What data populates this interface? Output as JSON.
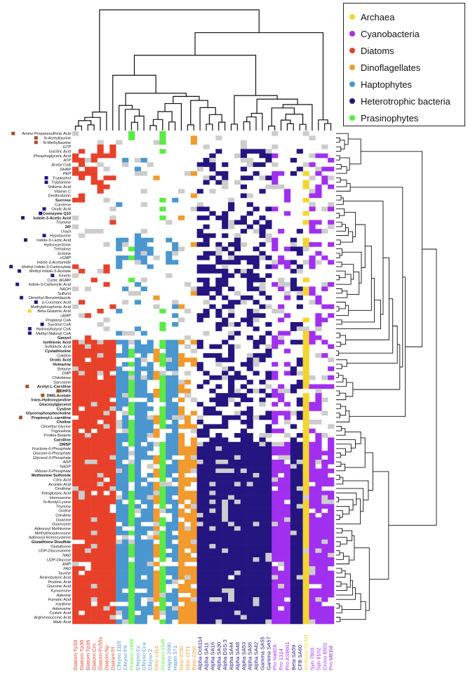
{
  "chart_data": {
    "type": "heatmap",
    "title": "",
    "legend": {
      "placement": "top-right",
      "items": [
        {
          "name": "Archaea",
          "color": "#f2d52e"
        },
        {
          "name": "Cyanobacteria",
          "color": "#a12ff0"
        },
        {
          "name": "Diatoms",
          "color": "#e8412a"
        },
        {
          "name": "Dinoflagellates",
          "color": "#f29a2e"
        },
        {
          "name": "Haptophytes",
          "color": "#4a97d0"
        },
        {
          "name": "Heterotrophic bacteria",
          "color": "#251580"
        },
        {
          "name": "Prasinophytes",
          "color": "#5bea45"
        }
      ]
    },
    "cell_colors": {
      "absent": "#ffffff",
      "not_detected": "#cccccc"
    },
    "columns": [
      {
        "label": "Diatom Tp10",
        "group": "Diatoms"
      },
      {
        "label": "Diatom Tp36",
        "group": "Diatoms"
      },
      {
        "label": "Diatom Tp35",
        "group": "Diatoms"
      },
      {
        "label": "Diatom Cm",
        "group": "Diatoms"
      },
      {
        "label": "Diatom Pc55x",
        "group": "Diatoms"
      },
      {
        "label": "Diatom Np",
        "group": "Diatoms"
      },
      {
        "label": "Diatom Pt",
        "group": "Diatoms"
      },
      {
        "label": "Chryso 1116",
        "group": "Haptophytes"
      },
      {
        "label": "Chryso P9",
        "group": "Haptophytes"
      },
      {
        "label": "Prasino 1998",
        "group": "Prasinophytes"
      },
      {
        "label": "Chryso Cc",
        "group": "Haptophytes"
      },
      {
        "label": "Chryso Cca",
        "group": "Haptophytes"
      },
      {
        "label": "Chryso 2",
        "group": "Haptophytes"
      },
      {
        "label": "Dino 1314",
        "group": "Dinoflagellates"
      },
      {
        "label": "Prasino 1545",
        "group": "Prasinophytes"
      },
      {
        "label": "Hapto 2090",
        "group": "Haptophytes"
      },
      {
        "label": "Hapto 371",
        "group": "Haptophytes"
      },
      {
        "label": "Dino 3730",
        "group": "Dinoflagellates"
      },
      {
        "label": "Dino 1771",
        "group": "Dinoflagellates"
      },
      {
        "label": "Dino 2260",
        "group": "Dinoflagellates"
      },
      {
        "label": "Alpha Och114",
        "group": "Heterotrophic bacteria"
      },
      {
        "label": "Alpha SA11",
        "group": "Heterotrophic bacteria"
      },
      {
        "label": "Alpha SA16",
        "group": "Heterotrophic bacteria"
      },
      {
        "label": "Alpha SA30",
        "group": "Heterotrophic bacteria"
      },
      {
        "label": "Alpha DSS-3",
        "group": "Heterotrophic bacteria"
      },
      {
        "label": "Alpha SA44",
        "group": "Heterotrophic bacteria"
      },
      {
        "label": "Alpha SA48",
        "group": "Heterotrophic bacteria"
      },
      {
        "label": "Alpha SA53",
        "group": "Heterotrophic bacteria"
      },
      {
        "label": "Alpha SA36",
        "group": "Heterotrophic bacteria"
      },
      {
        "label": "Alpha SA42",
        "group": "Heterotrophic bacteria"
      },
      {
        "label": "Gamma SA55",
        "group": "Heterotrophic bacteria"
      },
      {
        "label": "Gamma SA57",
        "group": "Heterotrophic bacteria"
      },
      {
        "label": "Pro Natl2A",
        "group": "Cyanobacteria"
      },
      {
        "label": "Pro 1314",
        "group": "Cyanobacteria"
      },
      {
        "label": "Pro AS9601",
        "group": "Cyanobacteria"
      },
      {
        "label": "Beta SA59",
        "group": "Heterotrophic bacteria"
      },
      {
        "label": "CFB SA60",
        "group": "Heterotrophic bacteria"
      },
      {
        "label": "Archaea SCM1",
        "group": "Archaea"
      },
      {
        "label": "Syn 7803",
        "group": "Cyanobacteria"
      },
      {
        "label": "Syn 8102",
        "group": "Cyanobacteria"
      },
      {
        "label": "Croco 8501",
        "group": "Cyanobacteria"
      },
      {
        "label": "Pro MED4",
        "group": "Cyanobacteria"
      }
    ],
    "rows": [
      {
        "label": "Amino Propanesulfonic Acid",
        "bold": false,
        "italic": false,
        "marker": "#a0522d"
      },
      {
        "label": "N-Acetyltaurine",
        "bold": false,
        "italic": false,
        "marker": "#a0522d"
      },
      {
        "label": "N-Methyltaurine",
        "bold": false,
        "italic": false,
        "marker": "#a0522d"
      },
      {
        "label": "GTP",
        "bold": false,
        "italic": true,
        "marker": null
      },
      {
        "label": "Isocitric Acid",
        "bold": false,
        "italic": true,
        "marker": null
      },
      {
        "label": "Phosphoglyceric Acid",
        "bold": false,
        "italic": true,
        "marker": null
      },
      {
        "label": "ATP",
        "bold": false,
        "italic": true,
        "marker": null
      },
      {
        "label": "Acetyl CoA",
        "bold": false,
        "italic": true,
        "marker": null
      },
      {
        "label": "DHAP",
        "bold": false,
        "italic": true,
        "marker": null
      },
      {
        "label": "PEP",
        "bold": false,
        "italic": true,
        "marker": null
      },
      {
        "label": "Tryptophol",
        "bold": false,
        "italic": false,
        "marker": "#251580"
      },
      {
        "label": "Tryptamine",
        "bold": false,
        "italic": false,
        "marker": "#251580"
      },
      {
        "label": "Shikimic Acid",
        "bold": false,
        "italic": false,
        "marker": null
      },
      {
        "label": "Vitamin C",
        "bold": false,
        "italic": false,
        "marker": null
      },
      {
        "label": "Desthiobiotin",
        "bold": false,
        "italic": false,
        "marker": null
      },
      {
        "label": "Sucrose",
        "bold": true,
        "italic": false,
        "marker": null
      },
      {
        "label": "Carotene",
        "bold": false,
        "italic": false,
        "marker": null
      },
      {
        "label": "Oxalic Acid",
        "bold": false,
        "italic": false,
        "marker": "#251580"
      },
      {
        "label": "Coenzyme Q10",
        "bold": true,
        "italic": false,
        "marker": "#251580"
      },
      {
        "label": "Indole-3-Acetic Acid",
        "bold": true,
        "italic": false,
        "marker": "#251580"
      },
      {
        "label": "Thymine",
        "bold": false,
        "italic": true,
        "marker": null
      },
      {
        "label": "2iP",
        "bold": true,
        "italic": false,
        "marker": null
      },
      {
        "label": "Uracil",
        "bold": false,
        "italic": true,
        "marker": null
      },
      {
        "label": "Hypotaurine",
        "bold": false,
        "italic": false,
        "marker": "#251580"
      },
      {
        "label": "Indole-3-Lactic Acid",
        "bold": false,
        "italic": false,
        "marker": "#251580"
      },
      {
        "label": "Hydroxyectoine",
        "bold": false,
        "italic": false,
        "marker": null
      },
      {
        "label": "Trehalose",
        "bold": false,
        "italic": false,
        "marker": null
      },
      {
        "label": "Ectoine",
        "bold": false,
        "italic": false,
        "marker": null
      },
      {
        "label": "cGMP",
        "bold": false,
        "italic": true,
        "marker": null
      },
      {
        "label": "Indole-3-Acetamide",
        "bold": false,
        "italic": false,
        "marker": null
      },
      {
        "label": "Methyl Indole-3-Carboxylate",
        "bold": false,
        "italic": false,
        "marker": "#251580"
      },
      {
        "label": "Methyl Indole-3-Acetate",
        "bold": false,
        "italic": false,
        "marker": "#251580"
      },
      {
        "label": "Kinetin",
        "bold": false,
        "italic": false,
        "marker": "#251580"
      },
      {
        "label": "Cyclic diGMP",
        "bold": false,
        "italic": false,
        "marker": null
      },
      {
        "label": "Indole-3-Carboxylic Acid",
        "bold": false,
        "italic": false,
        "marker": "#251580"
      },
      {
        "label": "NADH",
        "bold": false,
        "italic": true,
        "marker": null
      },
      {
        "label": "Sulfurol",
        "bold": false,
        "italic": false,
        "marker": null
      },
      {
        "label": "Dimethyl-Benzimidazole",
        "bold": false,
        "italic": false,
        "marker": "#251580"
      },
      {
        "label": "p-Coumaric Acid",
        "bold": false,
        "italic": false,
        "marker": "#251580"
      },
      {
        "label": "Methylphosphonic Acid",
        "bold": false,
        "italic": false,
        "marker": null
      },
      {
        "label": "Beta-Glutamic Acid",
        "bold": false,
        "italic": false,
        "marker": "#f2d52e"
      },
      {
        "label": "cAMP",
        "bold": false,
        "italic": true,
        "marker": null
      },
      {
        "label": "Propionyl CoA",
        "bold": false,
        "italic": false,
        "marker": null
      },
      {
        "label": "Succinyl CoA",
        "bold": false,
        "italic": false,
        "marker": "#251580"
      },
      {
        "label": "Hydroxybutyryl CoA",
        "bold": false,
        "italic": false,
        "marker": "#251580"
      },
      {
        "label": "Methyl Malonyl CoA",
        "bold": false,
        "italic": false,
        "marker": "#251580"
      },
      {
        "label": "Ganyol",
        "bold": true,
        "italic": false,
        "marker": null
      },
      {
        "label": "Isethionic Acid",
        "bold": true,
        "italic": false,
        "marker": null
      },
      {
        "label": "Sulfolactic Acid",
        "bold": false,
        "italic": false,
        "marker": null
      },
      {
        "label": "Cystathionine",
        "bold": true,
        "italic": false,
        "marker": null
      },
      {
        "label": "Cytidine",
        "bold": false,
        "italic": true,
        "marker": null
      },
      {
        "label": "Orotic Acid",
        "bold": true,
        "italic": false,
        "marker": null
      },
      {
        "label": "Homarine",
        "bold": true,
        "italic": false,
        "marker": null
      },
      {
        "label": "Betaine",
        "bold": false,
        "italic": false,
        "marker": null
      },
      {
        "label": "GMP",
        "bold": false,
        "italic": true,
        "marker": null
      },
      {
        "label": "Chitobiose",
        "bold": false,
        "italic": false,
        "marker": null
      },
      {
        "label": "Sarcosine",
        "bold": false,
        "italic": false,
        "marker": null
      },
      {
        "label": "Acetyl-L-Carnitine",
        "bold": true,
        "italic": false,
        "marker": "#a0522d"
      },
      {
        "label": "DHPS",
        "bold": true,
        "italic": false,
        "marker": "#a0522d"
      },
      {
        "label": "DMS-Acetate",
        "bold": true,
        "italic": false,
        "marker": "#a0522d"
      },
      {
        "label": "trans-Hydroxyproline",
        "bold": true,
        "italic": false,
        "marker": null
      },
      {
        "label": "Glucosylglycerol",
        "bold": true,
        "italic": false,
        "marker": null
      },
      {
        "label": "Cystine",
        "bold": true,
        "italic": false,
        "marker": null
      },
      {
        "label": "Glycerophosphocholine",
        "bold": true,
        "italic": false,
        "marker": null
      },
      {
        "label": "Propionyl-L-carnitine",
        "bold": true,
        "italic": false,
        "marker": "#a0522d"
      },
      {
        "label": "Choline",
        "bold": true,
        "italic": false,
        "marker": null
      },
      {
        "label": "Dimethyl Glycine",
        "bold": false,
        "italic": false,
        "marker": null
      },
      {
        "label": "Trigonelline",
        "bold": false,
        "italic": false,
        "marker": null
      },
      {
        "label": "Proline Betaine",
        "bold": false,
        "italic": false,
        "marker": null
      },
      {
        "label": "Carnitine",
        "bold": true,
        "italic": false,
        "marker": null
      },
      {
        "label": "DMSP",
        "bold": true,
        "italic": false,
        "marker": null
      },
      {
        "label": "Fructose-6-Phosphate",
        "bold": false,
        "italic": true,
        "marker": null
      },
      {
        "label": "Glucose-6-Phosphate",
        "bold": false,
        "italic": true,
        "marker": null
      },
      {
        "label": "Glycerol-3-Phosphate",
        "bold": false,
        "italic": true,
        "marker": null
      },
      {
        "label": "ADP",
        "bold": false,
        "italic": true,
        "marker": null
      },
      {
        "label": "NADP",
        "bold": false,
        "italic": true,
        "marker": null
      },
      {
        "label": "Ribose-5-Phosphate",
        "bold": false,
        "italic": true,
        "marker": null
      },
      {
        "label": "Methionine Sulfoxide",
        "bold": true,
        "italic": false,
        "marker": null
      },
      {
        "label": "Citric Acid",
        "bold": false,
        "italic": true,
        "marker": null
      },
      {
        "label": "Aconitic Acid",
        "bold": false,
        "italic": true,
        "marker": null
      },
      {
        "label": "Ornithine",
        "bold": false,
        "italic": false,
        "marker": null
      },
      {
        "label": "Ketoglutaric Acid",
        "bold": false,
        "italic": true,
        "marker": null
      },
      {
        "label": "Homoserine",
        "bold": false,
        "italic": false,
        "marker": null
      },
      {
        "label": "N-Acetyl-Lysine",
        "bold": false,
        "italic": false,
        "marker": null
      },
      {
        "label": "Thymine",
        "bold": false,
        "italic": true,
        "marker": null
      },
      {
        "label": "Uridine",
        "bold": false,
        "italic": true,
        "marker": null
      },
      {
        "label": "Citrulline",
        "bold": false,
        "italic": false,
        "marker": null
      },
      {
        "label": "Guanine",
        "bold": false,
        "italic": true,
        "marker": null
      },
      {
        "label": "Guanosine",
        "bold": false,
        "italic": true,
        "marker": null
      },
      {
        "label": "Adenosyl Methionine",
        "bold": false,
        "italic": false,
        "marker": null
      },
      {
        "label": "Methylthioadenosine",
        "bold": false,
        "italic": false,
        "marker": null
      },
      {
        "label": "Adenosyl Homocysteine",
        "bold": false,
        "italic": false,
        "marker": null
      },
      {
        "label": "Glutathione Disulfide",
        "bold": true,
        "italic": false,
        "marker": null
      },
      {
        "label": "Glutathione",
        "bold": false,
        "italic": false,
        "marker": null
      },
      {
        "label": "UDP-Glucosamine",
        "bold": false,
        "italic": true,
        "marker": null
      },
      {
        "label": "NAD",
        "bold": false,
        "italic": true,
        "marker": null
      },
      {
        "label": "UDP-Glucose",
        "bold": false,
        "italic": true,
        "marker": null
      },
      {
        "label": "AMP",
        "bold": false,
        "italic": true,
        "marker": null
      },
      {
        "label": "FAD",
        "bold": false,
        "italic": true,
        "marker": null
      },
      {
        "label": "Taurine",
        "bold": false,
        "italic": false,
        "marker": null
      },
      {
        "label": "Aminobutyric Acid",
        "bold": false,
        "italic": false,
        "marker": null
      },
      {
        "label": "Picolinic Acid",
        "bold": false,
        "italic": false,
        "marker": null
      },
      {
        "label": "Gluconic Acid",
        "bold": false,
        "italic": false,
        "marker": null
      },
      {
        "label": "Kynurenine",
        "bold": false,
        "italic": false,
        "marker": null
      },
      {
        "label": "Adenine",
        "bold": false,
        "italic": true,
        "marker": null
      },
      {
        "label": "Fumaric Acid",
        "bold": false,
        "italic": true,
        "marker": null
      },
      {
        "label": "Xanthine",
        "bold": false,
        "italic": false,
        "marker": null
      },
      {
        "label": "Adenosine",
        "bold": false,
        "italic": true,
        "marker": null
      },
      {
        "label": "Cysteic Acid",
        "bold": false,
        "italic": false,
        "marker": null
      },
      {
        "label": "Argininosuccinic Acid",
        "bold": false,
        "italic": false,
        "marker": null
      },
      {
        "label": "Malic Acid",
        "bold": false,
        "italic": true,
        "marker": null
      }
    ],
    "dendrograms": {
      "columns": "top",
      "rows": "right"
    }
  }
}
